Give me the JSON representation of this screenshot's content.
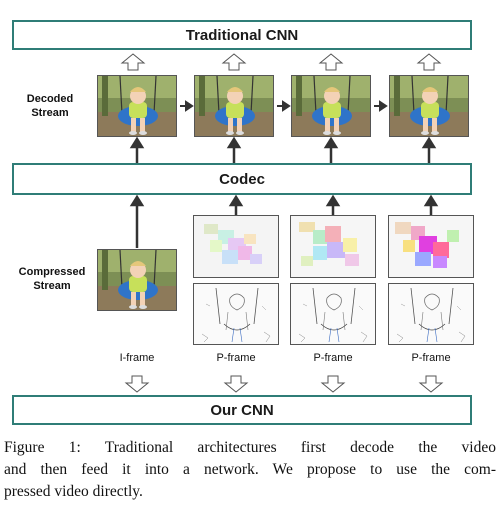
{
  "top_box": {
    "label": "Traditional CNN"
  },
  "middle_box": {
    "label": "Codec"
  },
  "bottom_box": {
    "label": "Our CNN"
  },
  "rows": {
    "decoded": {
      "label_line1": "Decoded",
      "label_line2": "Stream"
    },
    "compressed": {
      "label_line1": "Compressed",
      "label_line2": "Stream"
    }
  },
  "frames": [
    {
      "label": "I-frame"
    },
    {
      "label": "P-frame"
    },
    {
      "label": "P-frame"
    },
    {
      "label": "P-frame"
    }
  ],
  "caption": {
    "line1": "Figure 1: Traditional architectures first decode the video",
    "line2": "and then feed it into a network. We propose to use the com-",
    "line3": "pressed video directly."
  },
  "colors": {
    "box_border": "#2f7d77",
    "arrow": "#333333"
  }
}
